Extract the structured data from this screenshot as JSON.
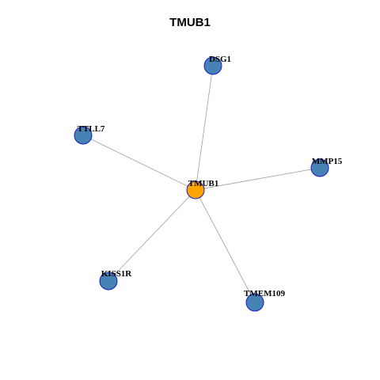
{
  "title": "TMUB1",
  "colors": {
    "center_fill": "#FFA500",
    "center_stroke": "#8B3A3A",
    "leaf_fill": "#4682B4",
    "leaf_stroke": "#1F1FCC",
    "edge": "#A6A6A6"
  },
  "network": {
    "center": "TMUB1",
    "neighbors": [
      "DSG1",
      "TTLL7",
      "MMP15",
      "KISS1R",
      "TMEM109"
    ],
    "edges": [
      [
        "TMUB1",
        "DSG1"
      ],
      [
        "TMUB1",
        "TTLL7"
      ],
      [
        "TMUB1",
        "MMP15"
      ],
      [
        "TMUB1",
        "KISS1R"
      ],
      [
        "TMUB1",
        "TMEM109"
      ]
    ]
  }
}
